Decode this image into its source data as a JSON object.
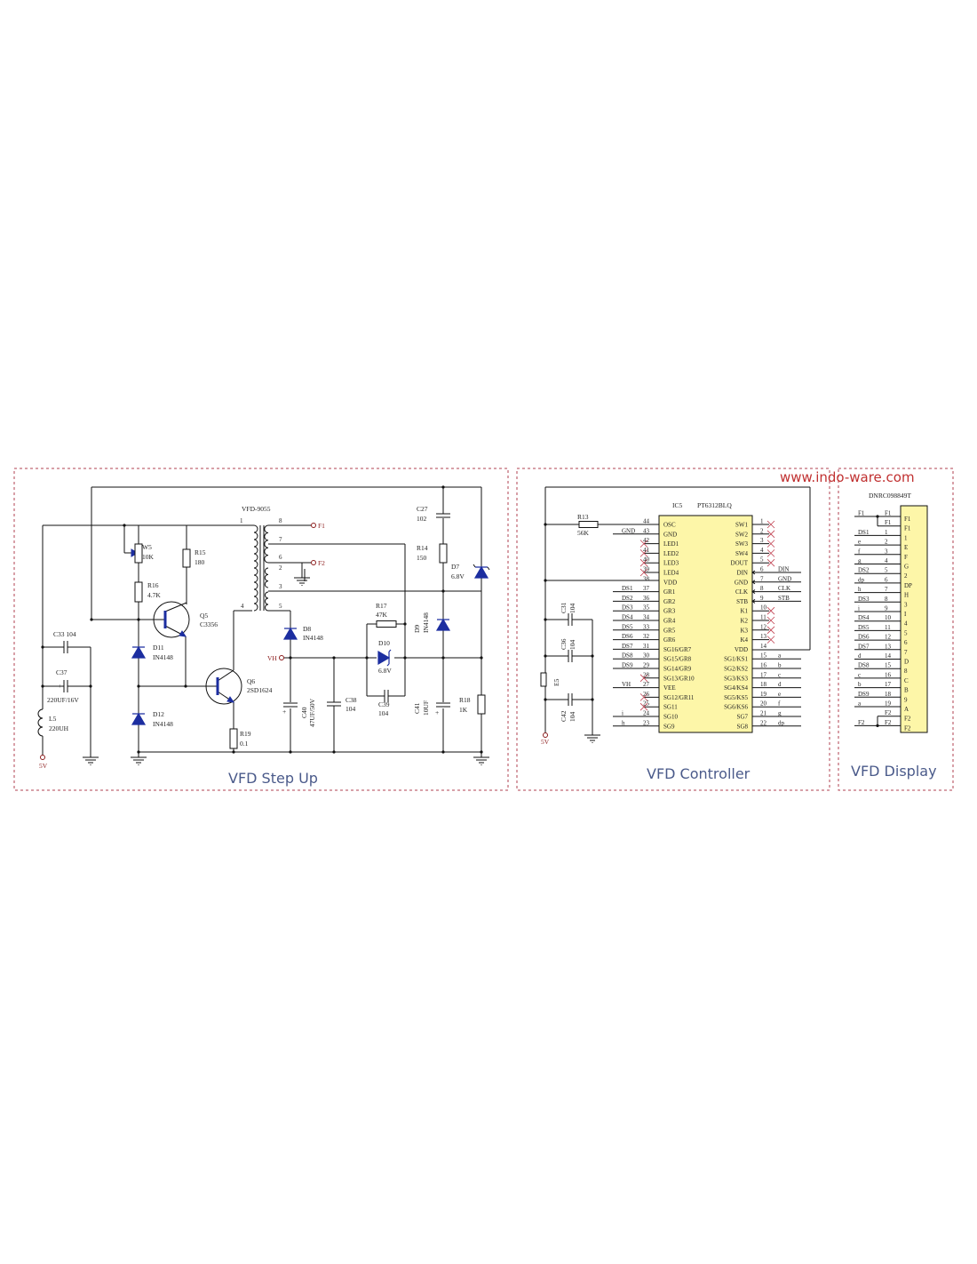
{
  "website": "www.indo-ware.com",
  "colors": {
    "component": "#1c2ea0",
    "panel_border": "#b04050",
    "title": "#4a5a8a",
    "ic_fill": "#fdf6a8",
    "url": "#c03030"
  },
  "step_up": {
    "title": "VFD Step Up",
    "transformer": {
      "name": "VFD-9055",
      "pins": [
        "1",
        "8",
        "7",
        "6",
        "2",
        "3",
        "5",
        "4"
      ]
    },
    "labels": {
      "W5": "W5",
      "W5_val": "10K",
      "R16": "R16",
      "R16_val": "4.7K",
      "R15": "R15",
      "R15_val": "180",
      "Q5": "Q5",
      "Q5_val": "C3356",
      "Q6": "Q6",
      "Q6_val": "2SD1624",
      "D11": "D11",
      "D11_val": "IN4148",
      "D12": "D12",
      "D12_val": "IN4148",
      "C33": "C33  104",
      "C37": "C37",
      "C37_val": "220UF/16V",
      "L5": "L5",
      "L5_val": "220UH",
      "R19": "R19",
      "R19_val": "0.1",
      "D8": "D8",
      "D8_val": "IN4148",
      "C40": "C40",
      "C40_val": "47UF/50V",
      "C38": "C38",
      "C38_val": "104",
      "R17": "R17",
      "R17_val": "47K",
      "D10": "D10",
      "D10_val": "6.8V",
      "C39": "C39",
      "C39_val": "104",
      "C27": "C27",
      "C27_val": "102",
      "R14": "R14",
      "R14_val": "150",
      "D7": "D7",
      "D7_val": "6.8V",
      "D9": "D9",
      "D9_val": "IN4148",
      "C41": "C41",
      "C41_val": "10UF",
      "R18": "R18",
      "R18_val": "1K",
      "plus": "+",
      "F1": "F1",
      "F2": "F2",
      "VH": "VH",
      "V5": "5V"
    }
  },
  "controller": {
    "title": "VFD Controller",
    "ic_ref": "IC5",
    "ic_name": "PT6312BLQ",
    "R13": "R13",
    "R13_val": "56K",
    "C31": "C31",
    "C31_val": "104",
    "C36": "C36",
    "C36_val": "104",
    "C42": "C42",
    "C42_val": "104",
    "E5": "E5",
    "V5": "5V",
    "left_pins": [
      {
        "num": "44",
        "name": "OSC",
        "net": ""
      },
      {
        "num": "43",
        "name": "GND",
        "net": "GND"
      },
      {
        "num": "42",
        "name": "LED1",
        "net": "",
        "nc": true
      },
      {
        "num": "41",
        "name": "LED2",
        "net": "",
        "nc": true
      },
      {
        "num": "40",
        "name": "LED3",
        "net": "",
        "nc": true
      },
      {
        "num": "39",
        "name": "LED4",
        "net": "",
        "nc": true
      },
      {
        "num": "38",
        "name": "VDD",
        "net": ""
      },
      {
        "num": "37",
        "name": "GR1",
        "net": "DS1"
      },
      {
        "num": "36",
        "name": "GR2",
        "net": "DS2"
      },
      {
        "num": "35",
        "name": "GR3",
        "net": "DS3"
      },
      {
        "num": "34",
        "name": "GR4",
        "net": "DS4"
      },
      {
        "num": "33",
        "name": "GR5",
        "net": "DS5"
      },
      {
        "num": "32",
        "name": "GR6",
        "net": "DS6"
      },
      {
        "num": "31",
        "name": "SG16/GR7",
        "net": "DS7"
      },
      {
        "num": "30",
        "name": "SG15/GR8",
        "net": "DS8"
      },
      {
        "num": "29",
        "name": "SG14/GR9",
        "net": "DS9"
      },
      {
        "num": "28",
        "name": "SG13/GR10",
        "net": "",
        "nc": true
      },
      {
        "num": "27",
        "name": "VEE",
        "net": "VH"
      },
      {
        "num": "26",
        "name": "SG12/GR11",
        "net": "",
        "nc": true
      },
      {
        "num": "25",
        "name": "SG11",
        "net": "",
        "nc": true
      },
      {
        "num": "24",
        "name": "SG10",
        "net": "i"
      },
      {
        "num": "23",
        "name": "SG9",
        "net": "h"
      }
    ],
    "right_pins": [
      {
        "num": "1",
        "name": "SW1",
        "net": "",
        "nc": true
      },
      {
        "num": "2",
        "name": "SW2",
        "net": "",
        "nc": true
      },
      {
        "num": "3",
        "name": "SW3",
        "net": "",
        "nc": true
      },
      {
        "num": "4",
        "name": "SW4",
        "net": "",
        "nc": true
      },
      {
        "num": "5",
        "name": "DOUT",
        "net": "",
        "nc": true
      },
      {
        "num": "6",
        "name": "DIN",
        "net": "DIN"
      },
      {
        "num": "7",
        "name": "GND",
        "net": "GND"
      },
      {
        "num": "8",
        "name": "CLK",
        "net": "CLK"
      },
      {
        "num": "9",
        "name": "STB",
        "net": "STB"
      },
      {
        "num": "10",
        "name": "K1",
        "net": "",
        "nc": true
      },
      {
        "num": "11",
        "name": "K2",
        "net": "",
        "nc": true
      },
      {
        "num": "12",
        "name": "K3",
        "net": "",
        "nc": true
      },
      {
        "num": "13",
        "name": "K4",
        "net": "",
        "nc": true
      },
      {
        "num": "14",
        "name": "VDD",
        "net": ""
      },
      {
        "num": "15",
        "name": "SG1/KS1",
        "net": "a"
      },
      {
        "num": "16",
        "name": "SG2/KS2",
        "net": "b"
      },
      {
        "num": "17",
        "name": "SG3/KS3",
        "net": "c"
      },
      {
        "num": "18",
        "name": "SG4/KS4",
        "net": "d"
      },
      {
        "num": "19",
        "name": "SG5/KS5",
        "net": "e"
      },
      {
        "num": "20",
        "name": "SG6/KS6",
        "net": "f"
      },
      {
        "num": "21",
        "name": "SG7",
        "net": "g"
      },
      {
        "num": "22",
        "name": "SG8",
        "net": "dp"
      }
    ]
  },
  "display": {
    "title": "VFD Display",
    "part": "DNRC098849T",
    "pins": [
      {
        "net": "F1",
        "num": "F1",
        "name": "F1"
      },
      {
        "net": "",
        "num": "F1",
        "name": "F1"
      },
      {
        "net": "DS1",
        "num": "1",
        "name": "1"
      },
      {
        "net": "e",
        "num": "2",
        "name": "E"
      },
      {
        "net": "f",
        "num": "3",
        "name": "F"
      },
      {
        "net": "g",
        "num": "4",
        "name": "G"
      },
      {
        "net": "DS2",
        "num": "5",
        "name": "2"
      },
      {
        "net": "dp",
        "num": "6",
        "name": "DP"
      },
      {
        "net": "h",
        "num": "7",
        "name": "H"
      },
      {
        "net": "DS3",
        "num": "8",
        "name": "3"
      },
      {
        "net": "i",
        "num": "9",
        "name": "I"
      },
      {
        "net": "DS4",
        "num": "10",
        "name": "4"
      },
      {
        "net": "DS5",
        "num": "11",
        "name": "5"
      },
      {
        "net": "DS6",
        "num": "12",
        "name": "6"
      },
      {
        "net": "DS7",
        "num": "13",
        "name": "7"
      },
      {
        "net": "d",
        "num": "14",
        "name": "D"
      },
      {
        "net": "DS8",
        "num": "15",
        "name": "8"
      },
      {
        "net": "c",
        "num": "16",
        "name": "C"
      },
      {
        "net": "b",
        "num": "17",
        "name": "B"
      },
      {
        "net": "DS9",
        "num": "18",
        "name": "9"
      },
      {
        "net": "a",
        "num": "19",
        "name": "A"
      },
      {
        "net": "",
        "num": "F2",
        "name": "F2"
      },
      {
        "net": "F2",
        "num": "F2",
        "name": "F2"
      }
    ]
  }
}
